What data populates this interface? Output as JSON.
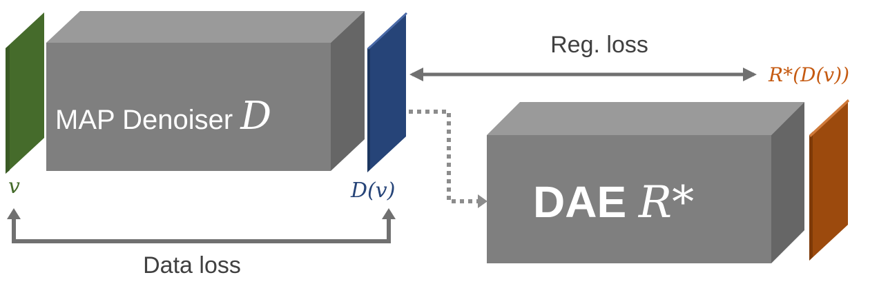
{
  "labels": {
    "map_denoiser": "MAP Denoiser ",
    "map_denoiser_symbol": "D",
    "dae": "DAE ",
    "dae_symbol": "R*",
    "input_symbol": "v",
    "output_symbol": "D(v)",
    "reg_output_symbol": "R*(D(v))",
    "reg_loss": "Reg. loss",
    "data_loss": "Data loss"
  },
  "colors": {
    "input": "#456b2b",
    "denoiser_output": "#264478",
    "dae_output": "#9c4a0d",
    "box_front": "#7f7f7f",
    "box_top": "#9a9a9a",
    "box_side": "#666666",
    "arrow": "#707070"
  }
}
